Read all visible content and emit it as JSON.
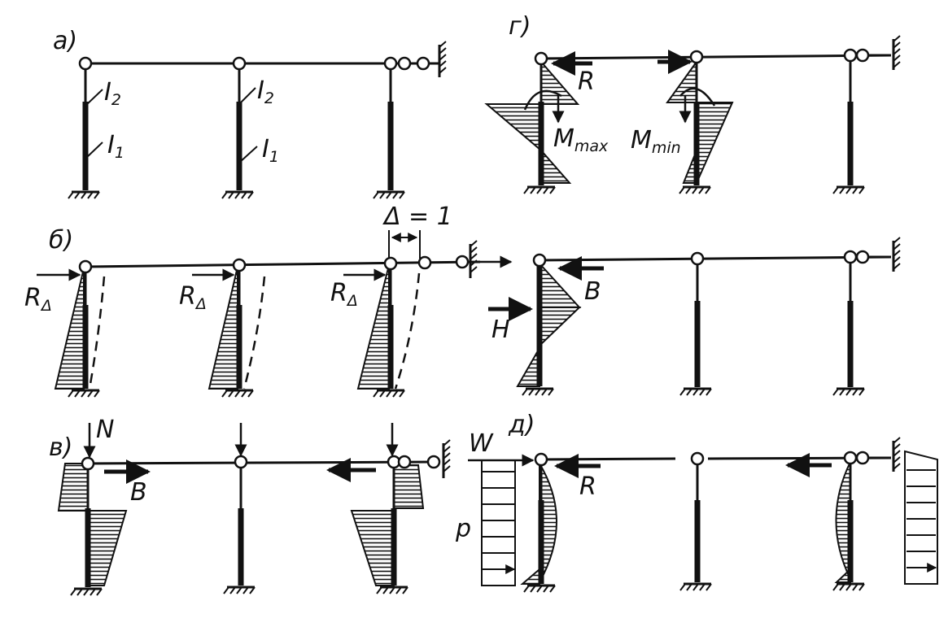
{
  "colors": {
    "ink": "#111111",
    "paper": "#ffffff"
  },
  "panels": {
    "a": {
      "label": "а)",
      "I2": "I",
      "I2_sub": "2",
      "I1": "I",
      "I1_sub": "1"
    },
    "b": {
      "label": "б)",
      "delta": "Δ = 1",
      "R": "R",
      "R_sub": "Δ"
    },
    "v": {
      "label": "в)",
      "N": "N",
      "B": "B"
    },
    "g": {
      "label": "г)",
      "R": "R",
      "Mmax": "M",
      "Mmax_sub": "max",
      "Mmin": "M",
      "Mmin_sub": "min"
    },
    "g2": {
      "B": "B",
      "H": "H"
    },
    "d": {
      "label": "д)",
      "W": "W",
      "R": "R",
      "p": "p"
    }
  }
}
